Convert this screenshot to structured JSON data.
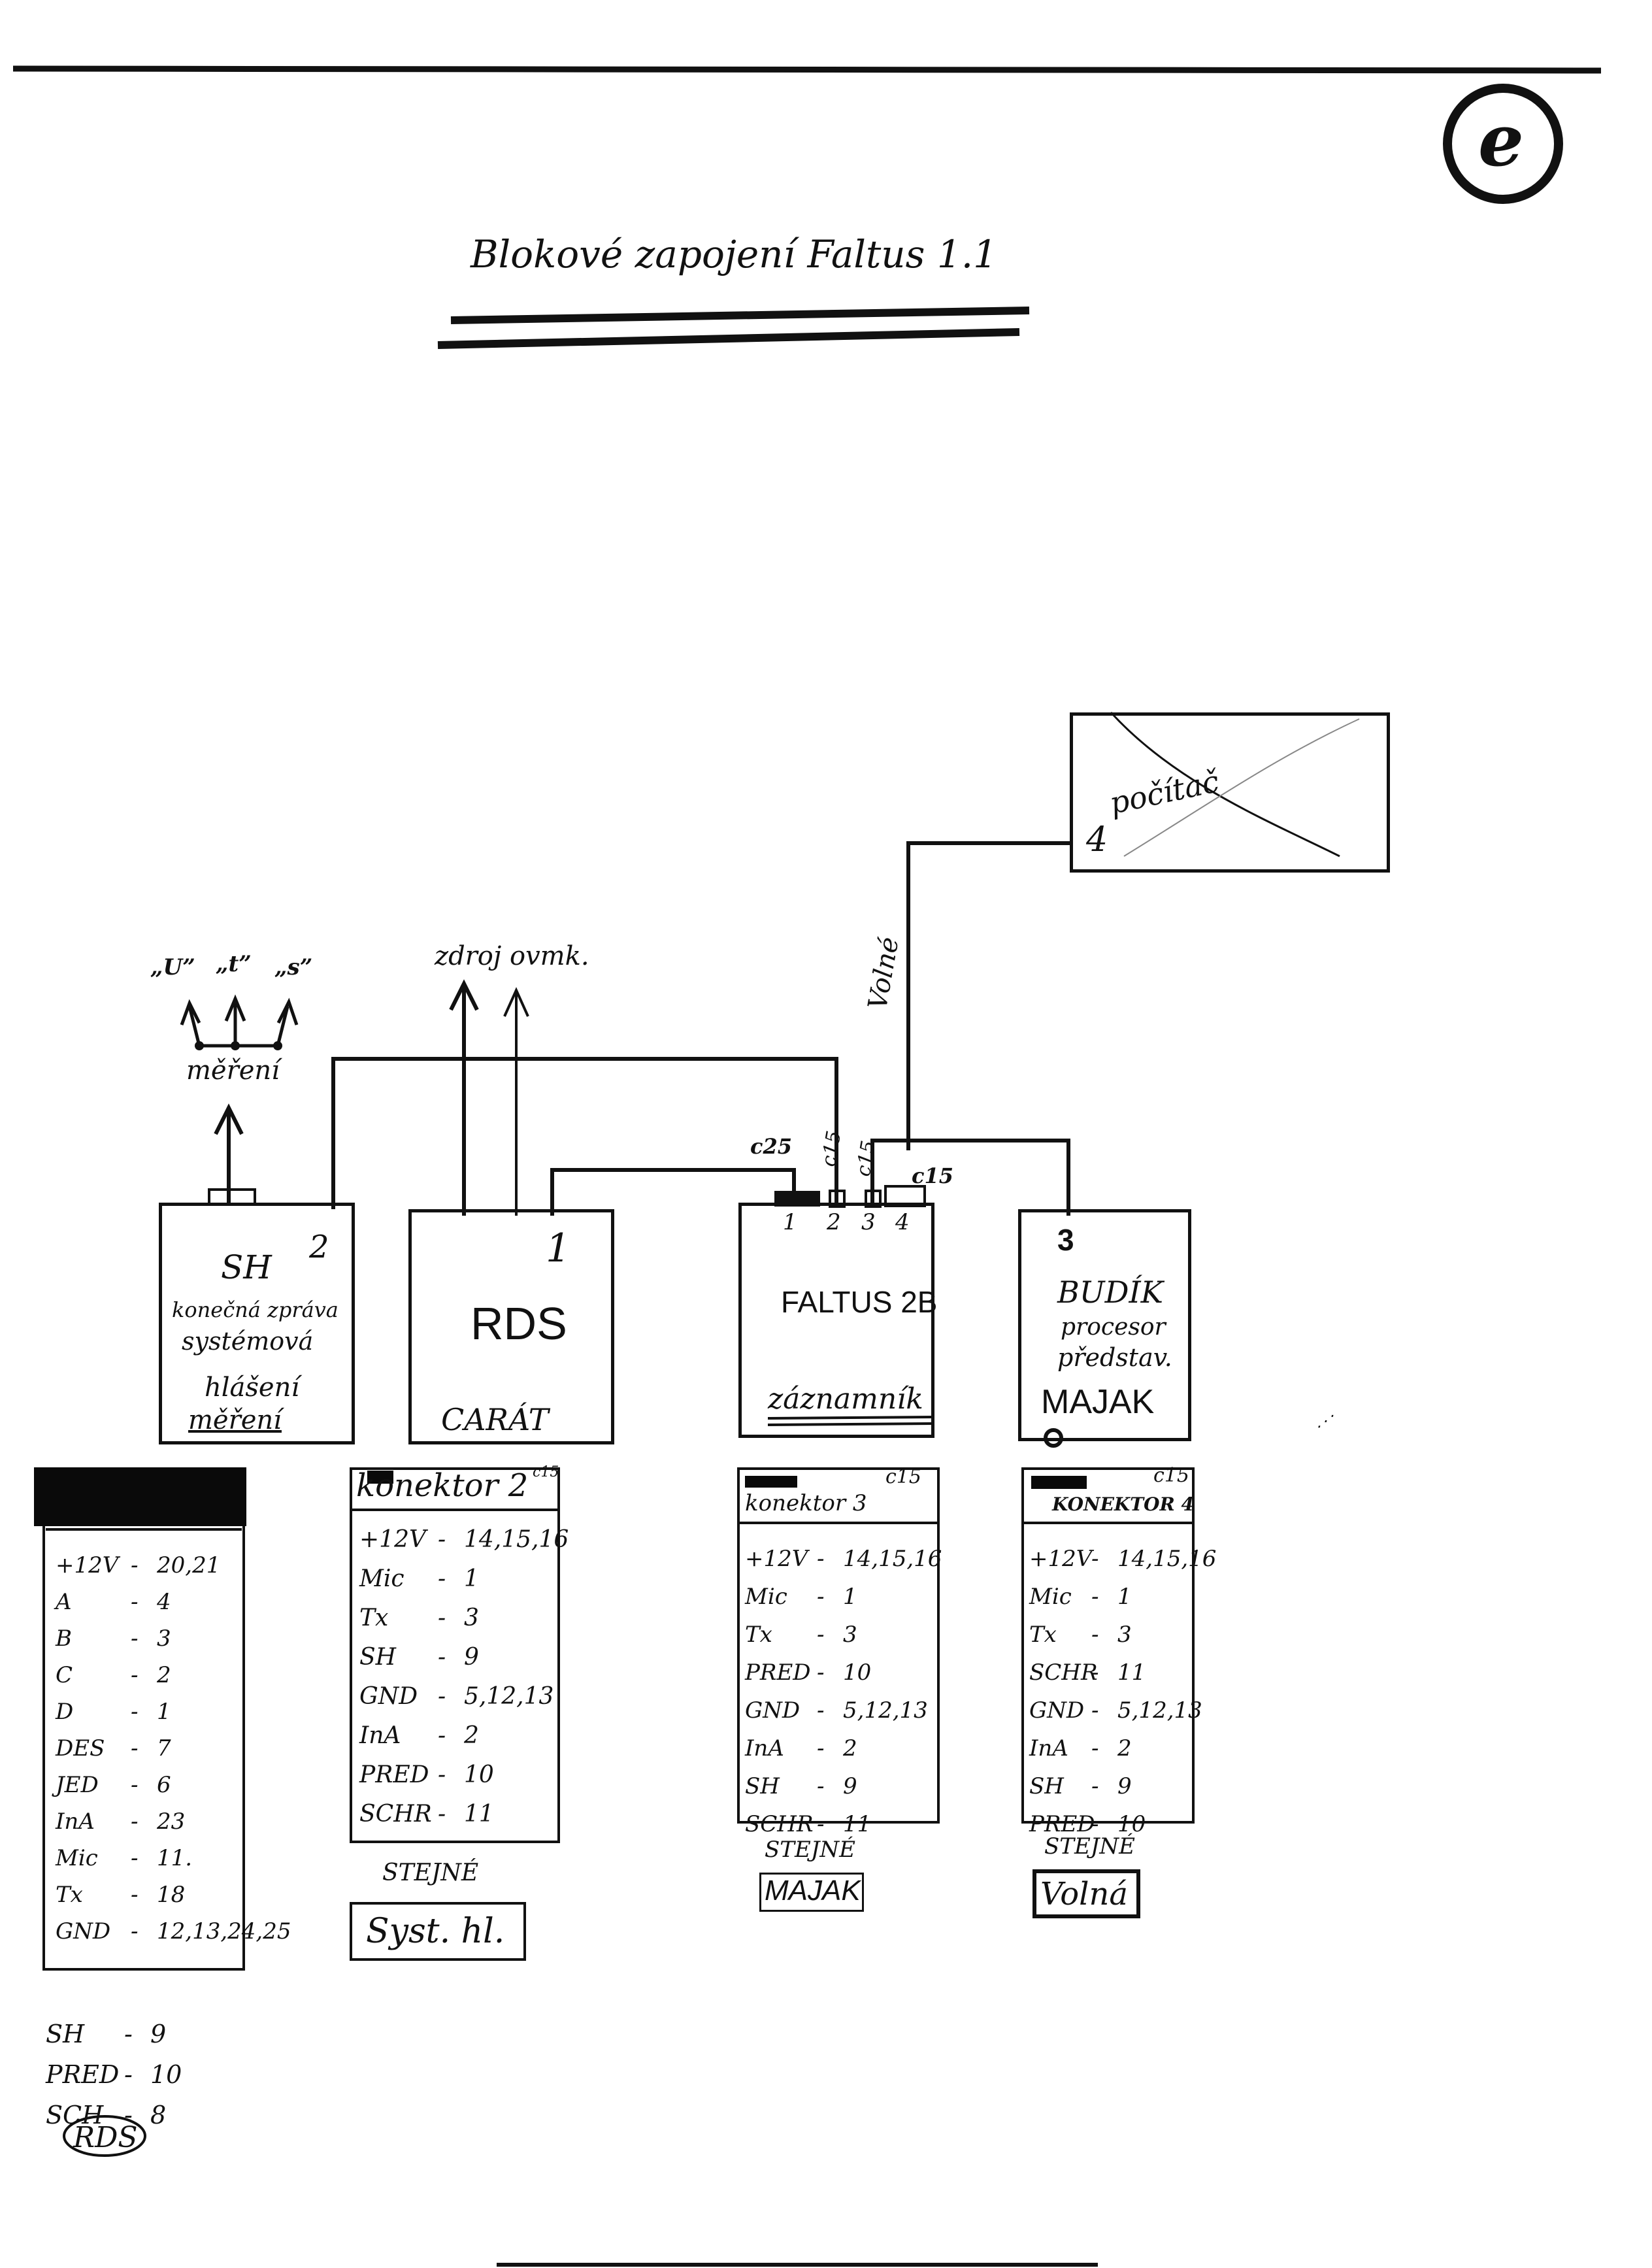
{
  "title": "Blokové zapojení Faltus 1.1",
  "logo_letter": "e",
  "computer": {
    "label": "počítač",
    "number": "4"
  },
  "labels": {
    "volne_line": "Volné",
    "zdroj": "zdroj ovmk.",
    "mereni_top": "měření",
    "signals": [
      "„U”",
      "„t”",
      "„s”"
    ],
    "c25": "c25",
    "c15a": "c15",
    "c15b": "c15",
    "c15c": "c15",
    "pins": [
      "1",
      "2",
      "3",
      "4"
    ]
  },
  "blocks": {
    "sh": {
      "number": "2",
      "lines": [
        "SH",
        "konečná zpráva",
        "systémová",
        "hlášení",
        "měření"
      ]
    },
    "rds": {
      "number": "1",
      "name": "RDS",
      "sub": "CARÁT"
    },
    "faltus": {
      "name": "FALTUS 2B",
      "sub": "záznamník"
    },
    "budik": {
      "number": "3",
      "lines": [
        "BUDÍK",
        "procesor",
        "představ."
      ],
      "sub": "MAJAK"
    }
  },
  "tables": {
    "t1": {
      "rows": [
        {
          "n": "+12V",
          "v": "20,21"
        },
        {
          "n": "A",
          "v": "4"
        },
        {
          "n": "B",
          "v": "3"
        },
        {
          "n": "C",
          "v": "2"
        },
        {
          "n": "D",
          "v": "1"
        },
        {
          "n": "DES",
          "v": "7"
        },
        {
          "n": "JED",
          "v": "6"
        },
        {
          "n": "InA",
          "v": "23"
        },
        {
          "n": "Mic",
          "v": "11."
        },
        {
          "n": "Tx",
          "v": "18"
        },
        {
          "n": "GND",
          "v": "12,13,24,25"
        }
      ],
      "extra": [
        {
          "n": "SH",
          "v": "9"
        },
        {
          "n": "PRED",
          "v": "10"
        },
        {
          "n": "SCH",
          "v": "8"
        }
      ],
      "tag": "RDS"
    },
    "t2": {
      "header": "konektor 2",
      "corner": "c15",
      "rows": [
        {
          "n": "+12V",
          "v": "14,15,16"
        },
        {
          "n": "Mic",
          "v": "1"
        },
        {
          "n": "Tx",
          "v": "3"
        },
        {
          "n": "SH",
          "v": "9"
        },
        {
          "n": "GND",
          "v": "5,12,13"
        },
        {
          "n": "InA",
          "v": "2"
        },
        {
          "n": "PRED",
          "v": "10"
        },
        {
          "n": "SCHR",
          "v": "11"
        }
      ],
      "stejne": "STEJNÉ",
      "tag": "Syst. hl."
    },
    "t3": {
      "header": "konektor 3",
      "corner": "c15",
      "rows": [
        {
          "n": "+12V",
          "v": "14,15,16"
        },
        {
          "n": "Mic",
          "v": "1"
        },
        {
          "n": "Tx",
          "v": "3"
        },
        {
          "n": "PRED",
          "v": "10"
        },
        {
          "n": "GND",
          "v": "5,12,13"
        },
        {
          "n": "InA",
          "v": "2"
        },
        {
          "n": "SH",
          "v": "9"
        },
        {
          "n": "SCHR",
          "v": "11"
        }
      ],
      "stejne": "STEJNÉ",
      "tag": "MAJAK"
    },
    "t4": {
      "header": "KONEKTOR 4",
      "corner": "c15",
      "rows": [
        {
          "n": "+12V",
          "v": "14,15,16"
        },
        {
          "n": "Mic",
          "v": "1"
        },
        {
          "n": "Tx",
          "v": "3"
        },
        {
          "n": "SCHR",
          "v": "11"
        },
        {
          "n": "GND",
          "v": "5,12,13"
        },
        {
          "n": "InA",
          "v": "2"
        },
        {
          "n": "SH",
          "v": "9"
        },
        {
          "n": "PRED",
          "v": "10"
        }
      ],
      "stejne": "STEJNÉ",
      "tag": "Volná"
    }
  }
}
